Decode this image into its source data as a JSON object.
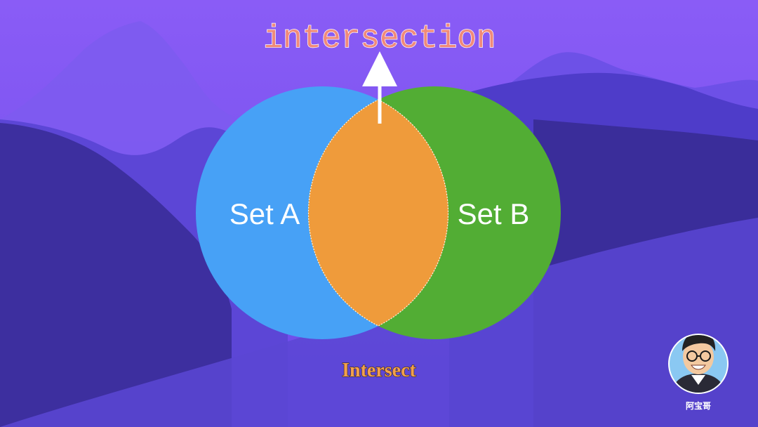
{
  "diagram": {
    "top_label": "intersection",
    "set_a_label": "Set A",
    "set_b_label": "Set B",
    "bottom_label": "Intersect",
    "avatar_caption": "阿宝哥",
    "colors": {
      "set_a": "#47a1f6",
      "set_b": "#52ad34",
      "intersection": "#ef9b3b",
      "background": "#7a52f0",
      "top_label": "#f08a7a",
      "bottom_label": "#f2a04d"
    }
  }
}
